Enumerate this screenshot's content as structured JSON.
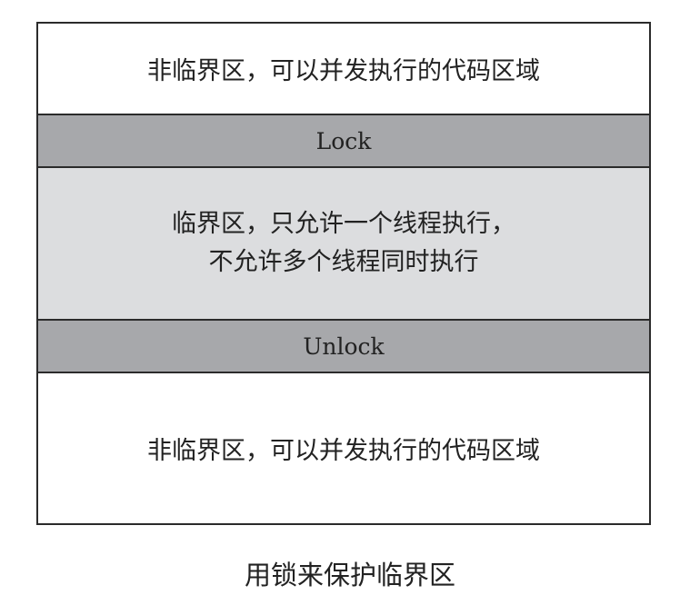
{
  "diagram": {
    "sections": [
      {
        "label": "非临界区，可以并发执行的代码区域"
      },
      {
        "label": "Lock"
      },
      {
        "lines": [
          "临界区，只允许一个线程执行，",
          "不允许多个线程同时执行"
        ]
      },
      {
        "label": "Unlock"
      },
      {
        "label": "非临界区，可以并发执行的代码区域"
      }
    ],
    "caption": "用锁来保护临界区",
    "colors": {
      "lock_band": "#a7a8ab",
      "critical_section": "#dcdddf",
      "border": "#2b2b2b"
    }
  }
}
